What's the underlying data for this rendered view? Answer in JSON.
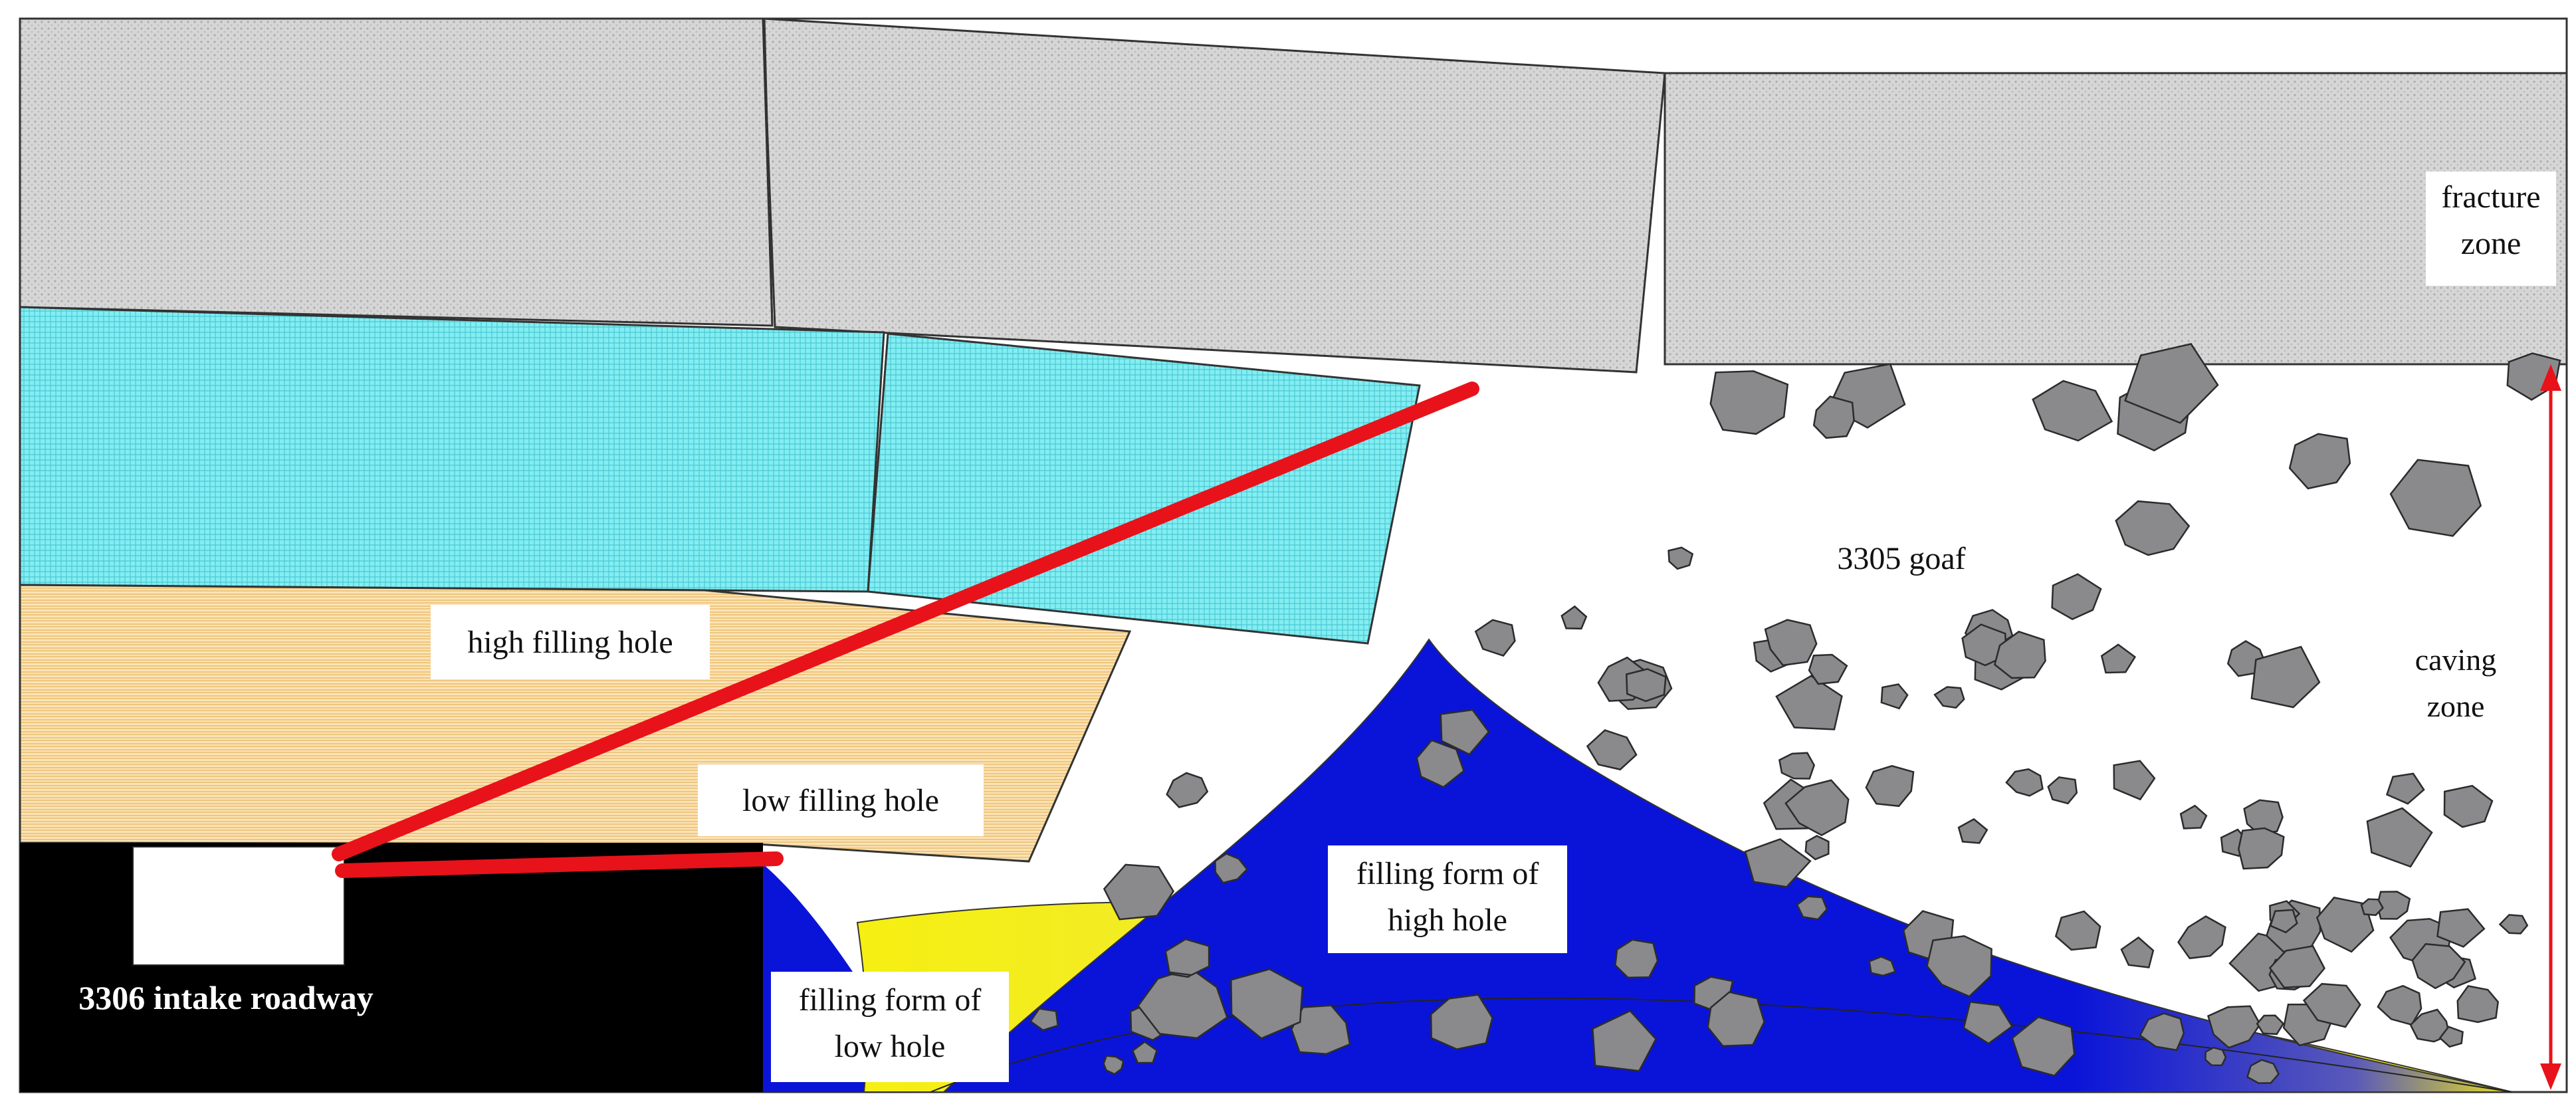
{
  "labels": {
    "fracture_zone_line1": "fracture",
    "fracture_zone_line2": "zone",
    "caving_zone_line1": "caving",
    "caving_zone_line2": "zone",
    "goaf": "3305 goaf",
    "high_hole": "high filling hole",
    "low_hole": "low filling hole",
    "roadway": "3306 intake roadway",
    "high_form_line1": "filling form of",
    "high_form_line2": "high hole",
    "low_form_line1": "filling form of",
    "low_form_line2": "low hole"
  },
  "colors": {
    "fracture_strata": "#d9d9d9",
    "upper_strata": "#7fe8ec",
    "lower_strata": "#f5d9a6",
    "filling_blue": "#0a14d8",
    "filling_yellow": "#f2ea1a",
    "rock": "#8a8a8d",
    "drill_line": "#e8121a",
    "roadway": "#000000",
    "arrow": "#e8121a"
  },
  "icons": {
    "drill_hole": "red-line",
    "zone_height": "double-arrow"
  }
}
